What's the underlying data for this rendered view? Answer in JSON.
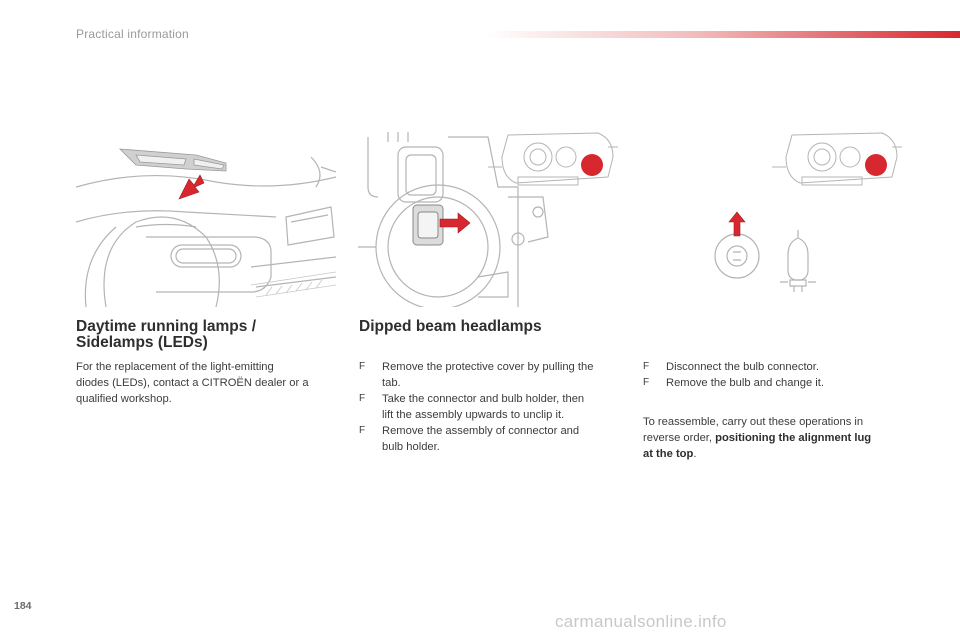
{
  "header": {
    "title": "Practical information"
  },
  "colors": {
    "accent": "#d7282f",
    "line_art": "#b4b4b4"
  },
  "sections": {
    "drl": {
      "title_line1": "Daytime running lamps /",
      "title_line2": "Sidelamps (LEDs)",
      "text_line1": "For the replacement of the light-emitting",
      "text_line2": "diodes (LEDs), contact a CITROËN dealer or a",
      "text_line3": "qualified workshop."
    },
    "dipped": {
      "title": "Dipped beam headlamps",
      "steps_a": [
        {
          "marker": "F",
          "line1": "Remove the protective cover by pulling the",
          "line2": "tab."
        },
        {
          "marker": "F",
          "line1": "Take the connector and bulb holder, then",
          "line2": "lift the assembly upwards to unclip it."
        },
        {
          "marker": "F",
          "line1": "Remove the assembly of connector and",
          "line2": "bulb holder."
        }
      ],
      "steps_b": [
        {
          "marker": "F",
          "line1": "Disconnect the bulb connector."
        },
        {
          "marker": "F",
          "line1": "Remove the bulb and change it."
        }
      ],
      "reassemble_line1": "To reassemble, carry out these operations in",
      "reassemble_line2_plain": "reverse order, ",
      "reassemble_line2_bold": "positioning the alignment lug",
      "reassemble_line3_bold": "at the top",
      "reassemble_line3_end": "."
    }
  },
  "footer": {
    "page_number": "184",
    "watermark": "carmanualsonline.info"
  }
}
